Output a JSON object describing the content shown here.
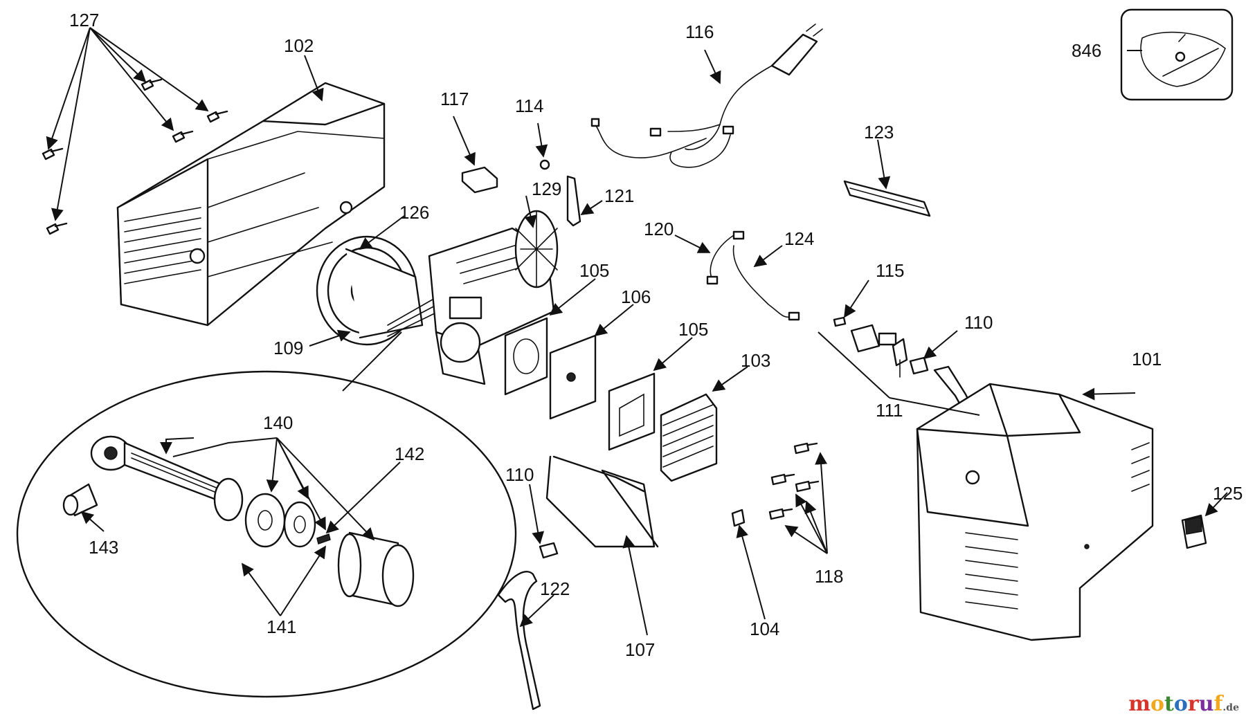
{
  "callouts": {
    "c101": "101",
    "c102": "102",
    "c103": "103",
    "c104": "104",
    "c105a": "105",
    "c105b": "105",
    "c106": "106",
    "c107": "107",
    "c109": "109",
    "c110a": "110",
    "c110b": "110",
    "c111": "111",
    "c114": "114",
    "c115": "115",
    "c116": "116",
    "c117": "117",
    "c118": "118",
    "c120": "120",
    "c121": "121",
    "c122": "122",
    "c123": "123",
    "c124": "124",
    "c125": "125",
    "c126": "126",
    "c127": "127",
    "c129": "129",
    "c140": "140",
    "c141": "141",
    "c142": "142",
    "c143": "143",
    "c846": "846"
  },
  "watermark": {
    "l1": "m",
    "l2": "o",
    "l3": "t",
    "l4": "o",
    "l5": "r",
    "l6": "u",
    "l7": "f",
    "l8": ".de"
  }
}
